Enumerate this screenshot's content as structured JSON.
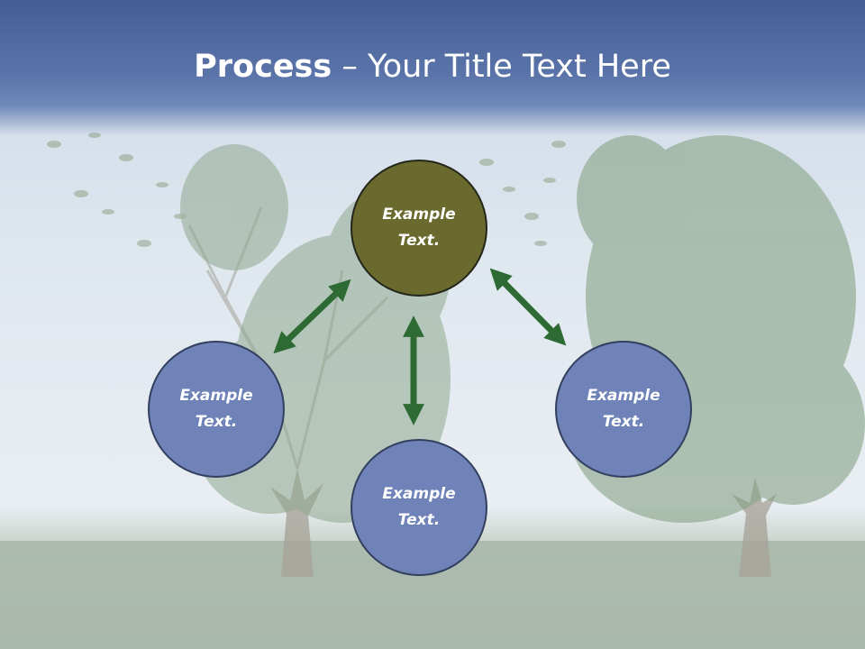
{
  "title": {
    "bold": "Process",
    "rest": " – Your Title Text Here"
  },
  "nodes": {
    "top": "Example Text.",
    "left": "Example Text.",
    "right": "Example Text.",
    "bottom": "Example Text."
  },
  "colors": {
    "title_bar": "#5a74aa",
    "node_blue": "#6f83b8",
    "node_olive": "#6b6a2e",
    "arrow": "#2e6b34"
  }
}
